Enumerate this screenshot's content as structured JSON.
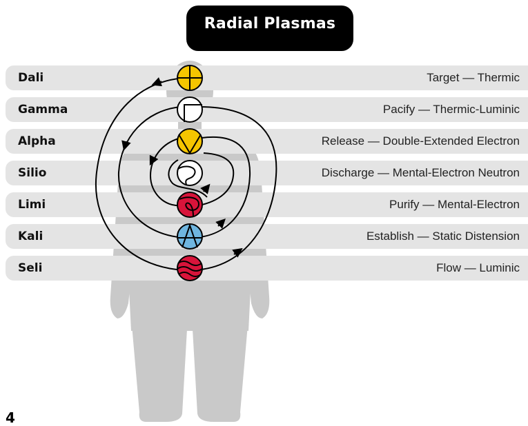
{
  "title": "Radial Plasmas",
  "page_number": "4",
  "rows": [
    {
      "name": "Dali",
      "description": "Target — Thermic",
      "symbol_color": "#f5c500",
      "symbol": "circle-cross-icon"
    },
    {
      "name": "Gamma",
      "description": "Pacify — Thermic-Luminic",
      "symbol_color": "#ffffff",
      "symbol": "circle-corner-icon"
    },
    {
      "name": "Alpha",
      "description": "Release — Double-Extended Electron",
      "symbol_color": "#f5c500",
      "symbol": "circle-v-icon"
    },
    {
      "name": "Silio",
      "description": "Discharge — Mental-Electron Neutron",
      "symbol_color": "#ffffff",
      "symbol": "circle-swirl-icon"
    },
    {
      "name": "Limi",
      "description": "Purify — Mental-Electron",
      "symbol_color": "#d8143a",
      "symbol": "circle-loop-icon"
    },
    {
      "name": "Kali",
      "description": "Establish — Static Distension",
      "symbol_color": "#6fb6e0",
      "symbol": "circle-a-icon"
    },
    {
      "name": "Seli",
      "description": "Flow — Luminic",
      "symbol_color": "#d8143a",
      "symbol": "circle-waves-icon"
    }
  ]
}
